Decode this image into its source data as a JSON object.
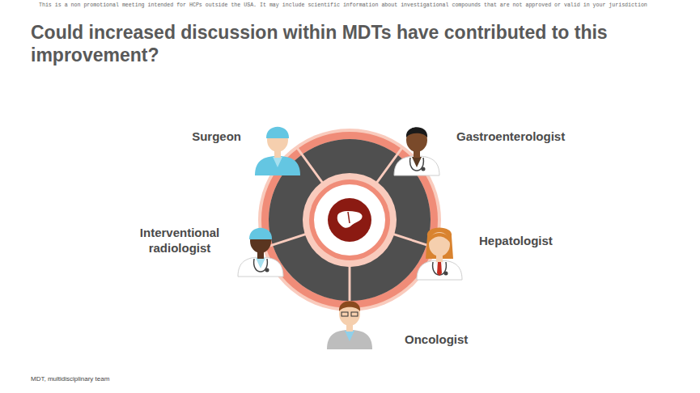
{
  "diagram": {
    "title": "Could increased discussion within MDTs have contributed to this improvement?",
    "labels": [
      "This is a non promotional meeting intended for HCPs outside the USA. It may include scientific information about investigational compounds that are not approved or valid in your jurisdiction",
      "Surgeon",
      "Gastroenterologist",
      "Interventional radiologist",
      "Hepatologist",
      "Oncologist",
      "MDT, multidisciplinary team"
    ]
  }
}
